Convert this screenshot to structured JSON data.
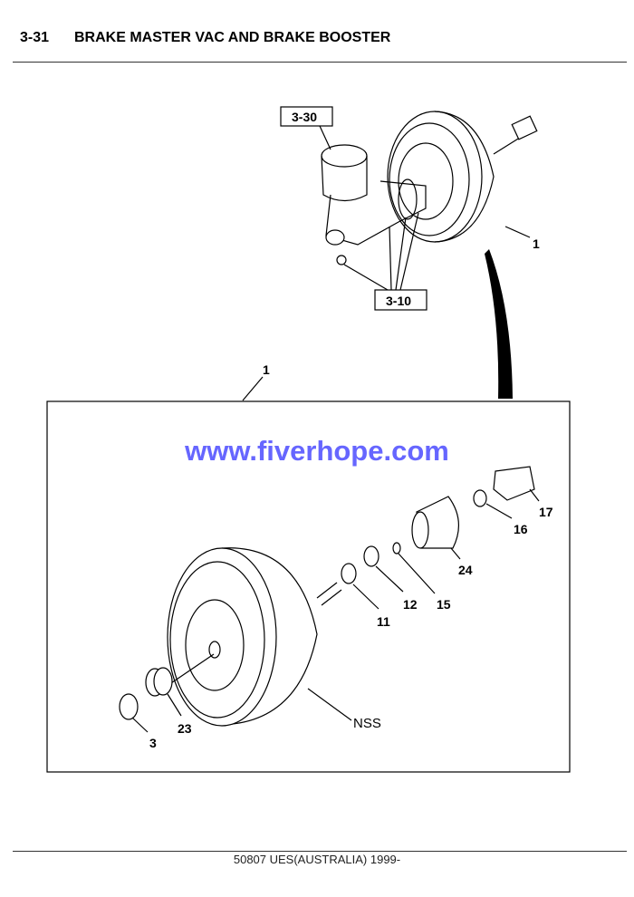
{
  "header": {
    "section": "3-31",
    "title": "BRAKE MASTER VAC AND BRAKE BOOSTER"
  },
  "footer": {
    "text": "50807 UES(AUSTRALIA) 1999-"
  },
  "watermark": "www.fiverhope.com",
  "callouts": {
    "ref_3_30": "3-30",
    "ref_3_10": "3-10",
    "assembly_top": "1",
    "assembly_box": "1"
  },
  "parts": {
    "p17": "17",
    "p16": "16",
    "p24": "24",
    "p15": "15",
    "p12": "12",
    "p11": "11",
    "nss": "NSS",
    "p23": "23",
    "p3": "3"
  }
}
